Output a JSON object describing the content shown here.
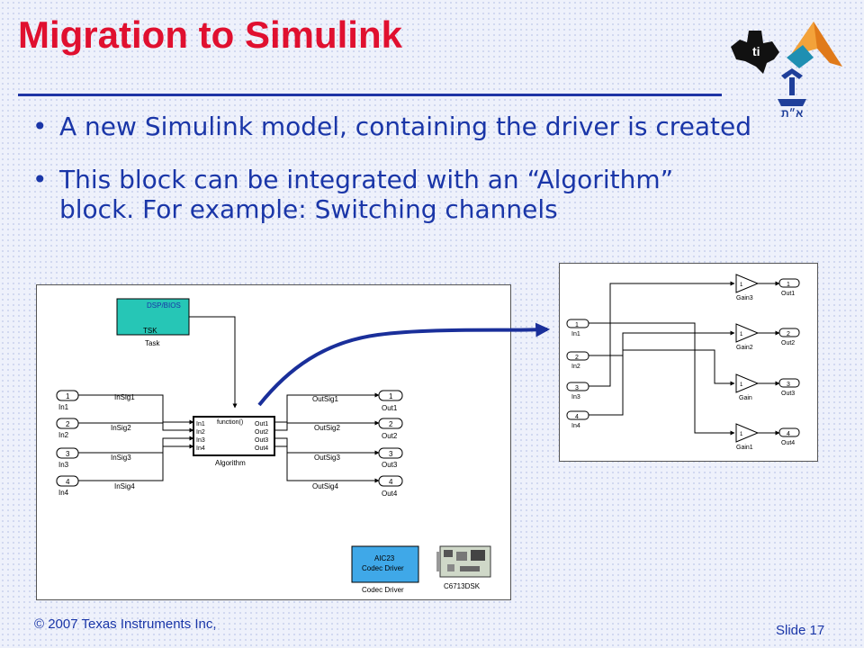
{
  "slide": {
    "title": "Migration to Simulink",
    "bullets": [
      "A new Simulink model, containing the driver is created",
      "This block can be integrated with an “Algorithm” block. For example: Switching channels"
    ],
    "footer_left": "© 2007 Texas Instruments Inc,",
    "footer_right": "Slide 17",
    "accent_color": "#e0102f",
    "text_color": "#1a36a8",
    "logos": [
      "texas-logo-icon",
      "matlab-logo-icon",
      "university-emblem-icon"
    ]
  },
  "left_model": {
    "task": {
      "label_top": "DSP/BIOS",
      "label_inner": "TSK",
      "caption": "Task",
      "color": "#26c6b6"
    },
    "inports": [
      {
        "num": "1",
        "name": "In1",
        "signal": "InSig1"
      },
      {
        "num": "2",
        "name": "In2",
        "signal": "InSig2"
      },
      {
        "num": "3",
        "name": "In3",
        "signal": "InSig3"
      },
      {
        "num": "4",
        "name": "In4",
        "signal": "InSig4"
      }
    ],
    "algorithm": {
      "trigger": "function()",
      "inputs": [
        "In1",
        "In2",
        "In3",
        "In4"
      ],
      "outputs": [
        "Out1",
        "Out2",
        "Out3",
        "Out4"
      ],
      "caption": "Algorithm"
    },
    "outports": [
      {
        "num": "1",
        "name": "Out1",
        "signal": "OutSig1"
      },
      {
        "num": "2",
        "name": "Out2",
        "signal": "OutSig2"
      },
      {
        "num": "3",
        "name": "Out3",
        "signal": "OutSig3"
      },
      {
        "num": "4",
        "name": "Out4",
        "signal": "OutSig4"
      }
    ],
    "codec": {
      "line1": "AIC23",
      "line2": "Codec Driver",
      "caption": "Codec Driver",
      "color": "#3fa8e8"
    },
    "board": {
      "caption": "C6713DSK"
    }
  },
  "right_model": {
    "inports": [
      {
        "num": "1",
        "name": "In1"
      },
      {
        "num": "2",
        "name": "In2"
      },
      {
        "num": "3",
        "name": "In3"
      },
      {
        "num": "4",
        "name": "In4"
      }
    ],
    "gains": [
      {
        "value": "1",
        "name": "Gain3"
      },
      {
        "value": "1",
        "name": "Gain2"
      },
      {
        "value": "1",
        "name": "Gain"
      },
      {
        "value": "1",
        "name": "Gain1"
      }
    ],
    "outports": [
      {
        "num": "1",
        "name": "Out1"
      },
      {
        "num": "2",
        "name": "Out2"
      },
      {
        "num": "3",
        "name": "Out3"
      },
      {
        "num": "4",
        "name": "Out4"
      }
    ]
  }
}
